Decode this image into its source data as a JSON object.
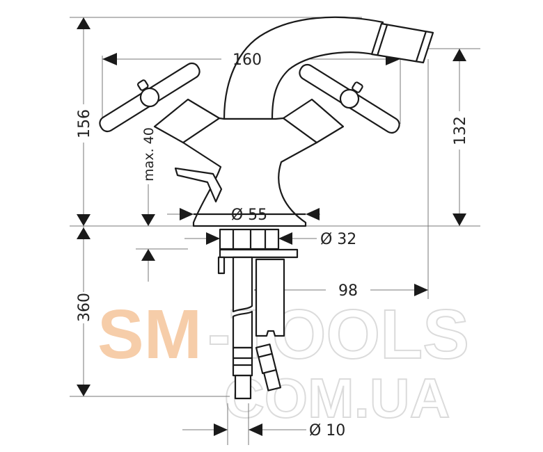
{
  "drawing": {
    "dimensions": {
      "total_height": "156",
      "handle_span": "160",
      "spout_height": "132",
      "max_deck": "max. 40",
      "base_diameter": "Ø 55",
      "shank_diameter": "Ø 32",
      "spout_reach": "98",
      "hose_length": "360",
      "hose_diameter": "Ø 10"
    },
    "watermark": {
      "brand_a": "SM",
      "brand_b": "-TOOLS",
      "domain": "COM.UA",
      "accent_color": "#f6c8a0",
      "outline_color": "#d8d8d8"
    }
  }
}
